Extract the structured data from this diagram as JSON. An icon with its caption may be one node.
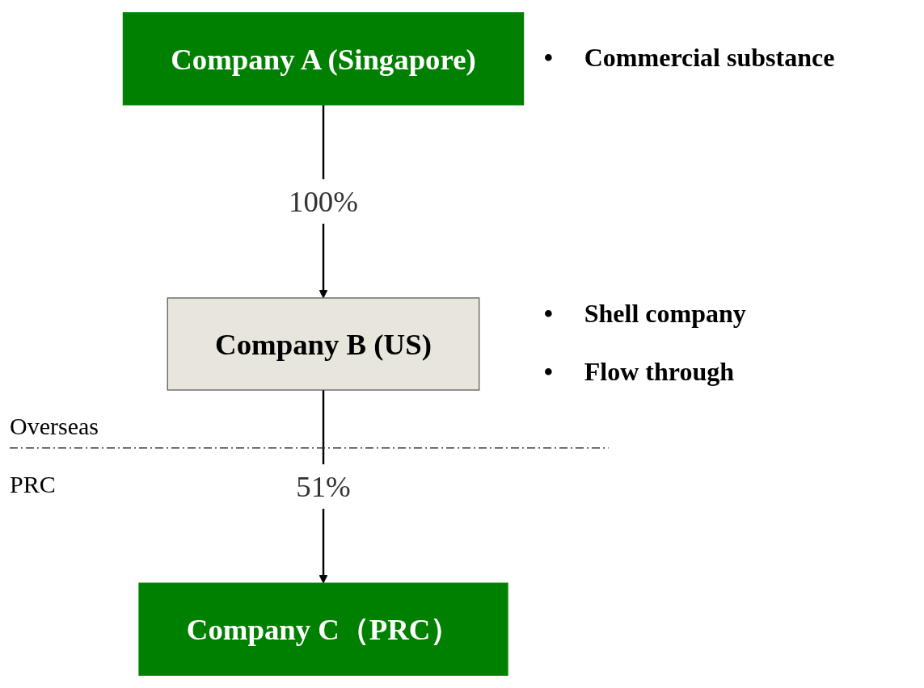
{
  "diagram": {
    "nodes": [
      {
        "text": [
          "Company A (Singapore)"
        ]
      },
      {
        "text": [
          "Company B (US)"
        ]
      },
      {
        "text": [
          "Company C（PRC）"
        ]
      }
    ],
    "edges": [
      {
        "from": 0,
        "to": 1,
        "arrow": "to",
        "label": "100%"
      },
      {
        "from": 1,
        "to": 2,
        "arrow": "to",
        "label": "51%"
      }
    ],
    "labels": [
      "•",
      "Commercial substance",
      "•",
      "Shell company",
      "•",
      "Flow through",
      "Overseas",
      "PRC"
    ]
  }
}
